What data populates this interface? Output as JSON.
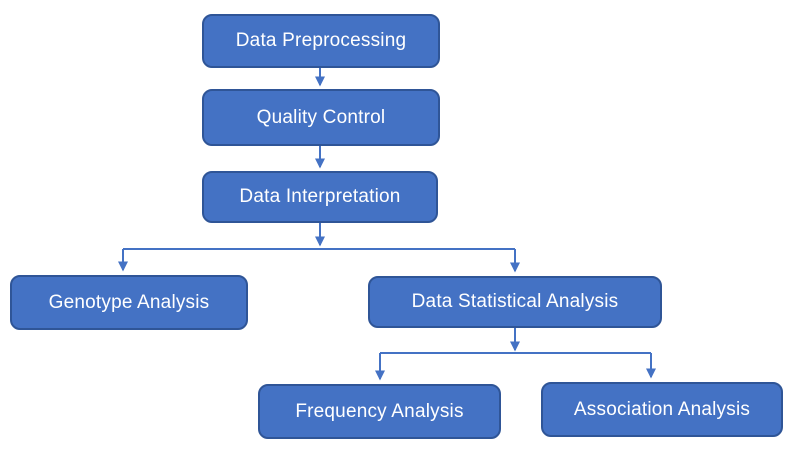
{
  "diagram": {
    "type": "flowchart",
    "background_color": "#ffffff",
    "colors": {
      "node_fill": "#4472C4",
      "node_border": "#2F5597",
      "connector": "#4472C4",
      "text": "#ffffff"
    },
    "nodes": [
      {
        "id": "data-preprocessing",
        "label": "Data Preprocessing"
      },
      {
        "id": "quality-control",
        "label": "Quality Control"
      },
      {
        "id": "data-interpretation",
        "label": "Data Interpretation"
      },
      {
        "id": "genotype-analysis",
        "label": "Genotype Analysis"
      },
      {
        "id": "data-statistical-analysis",
        "label": "Data Statistical Analysis"
      },
      {
        "id": "frequency-analysis",
        "label": "Frequency Analysis"
      },
      {
        "id": "association-analysis",
        "label": "Association Analysis"
      }
    ],
    "edges": [
      {
        "from": "data-preprocessing",
        "to": "quality-control"
      },
      {
        "from": "quality-control",
        "to": "data-interpretation"
      },
      {
        "from": "data-interpretation",
        "to": "genotype-analysis"
      },
      {
        "from": "data-interpretation",
        "to": "data-statistical-analysis"
      },
      {
        "from": "data-statistical-analysis",
        "to": "frequency-analysis"
      },
      {
        "from": "data-statistical-analysis",
        "to": "association-analysis"
      }
    ]
  }
}
